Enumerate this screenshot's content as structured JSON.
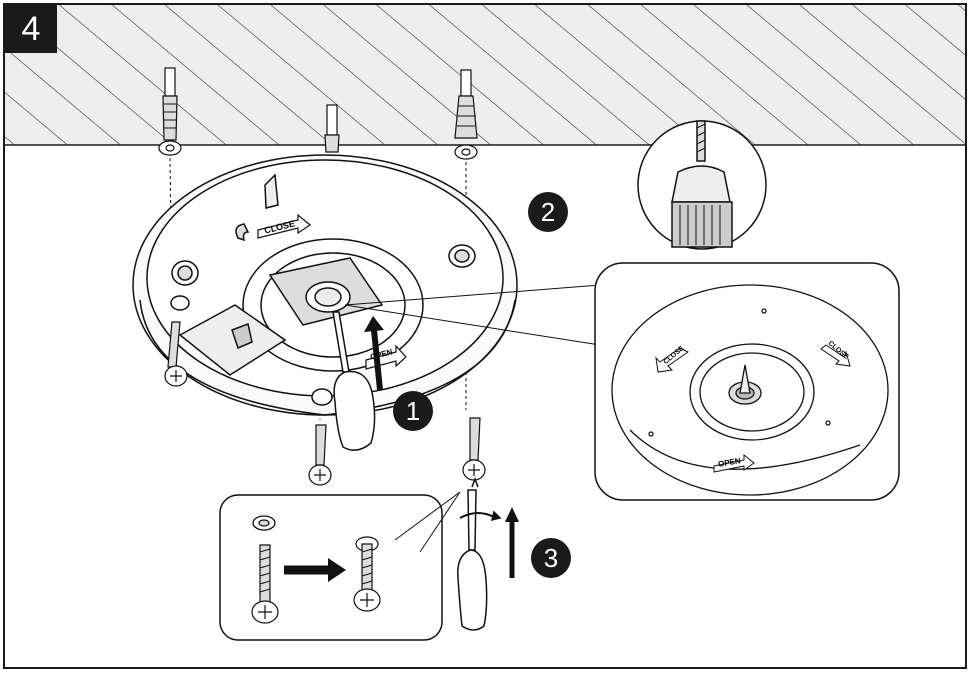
{
  "step": {
    "number": "4"
  },
  "callouts": [
    "1",
    "2",
    "3"
  ],
  "markings": {
    "close": "CLOSE",
    "open": "OPEN"
  },
  "colors": {
    "outline": "#1a1a1a",
    "ceiling_fill": "#eeeeee",
    "step_box": "#1a1a1a",
    "hatch": "#333333"
  },
  "icons": [
    "screwdriver-icon",
    "drill-icon",
    "screw-icon",
    "wall-anchor-icon",
    "arrow-icon"
  ]
}
